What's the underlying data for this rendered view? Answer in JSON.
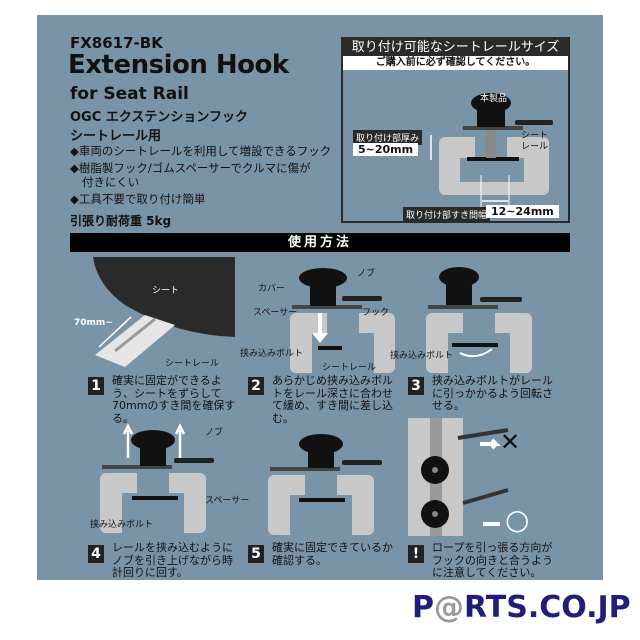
{
  "product": {
    "model": "FX8617-BK",
    "title": "Extension Hook",
    "subtitle": "for Seat Rail",
    "name_jp": "OGC エクステンションフック",
    "name_jp2": "シートレール用",
    "features": [
      "◆車両のシートレールを利用して増設できるフック",
      "◆樹脂製フック/ゴムスペーサーでクルマに傷が",
      "付きにくい",
      "◆工具不要で取り付け簡単"
    ],
    "load": "引張り耐荷重 5kg"
  },
  "size_box": {
    "header": "取り付け可能なシートレールサイズ",
    "note": "ご購入前に必ず確認してください。",
    "product_label": "本製品",
    "rail_label": "シート\nレール",
    "thickness_label": "取り付け部厚み",
    "thickness_value": "5~20mm",
    "gap_label": "取り付け部すき間幅",
    "gap_value": "12~24mm"
  },
  "howto": {
    "header": "使用方法",
    "labels": {
      "seat": "シート",
      "clearance": "70mm~",
      "seat_rail": "シートレール",
      "cover": "カバー",
      "knob": "ノブ",
      "spacer": "スペーサー",
      "hook": "フック",
      "clamp_bolt": "挟み込みボルト"
    },
    "steps": [
      {
        "num": "1",
        "text": "確実に固定ができるよう、シートをずらして70mmのすき間を確保する。"
      },
      {
        "num": "2",
        "text": "あらかじめ挟み込みボルトをレール深さに合わせて緩め、すき間に差し込む。"
      },
      {
        "num": "3",
        "text": "挟み込みボルトがレールに引っかかるよう回転させる。"
      },
      {
        "num": "4",
        "text": "レールを挟み込むようにノブを引き上げながら時計回りに回す。"
      },
      {
        "num": "5",
        "text": "確実に固定できているか確認する。"
      },
      {
        "num": "!",
        "text": "ロープを引っ張る方向がフックの向きと合うように注意してください。"
      }
    ],
    "ng_mark": "✕",
    "ok_mark": "○"
  },
  "logo": {
    "pre": "P",
    "at": "@",
    "post": "RTS.CO.JP"
  }
}
